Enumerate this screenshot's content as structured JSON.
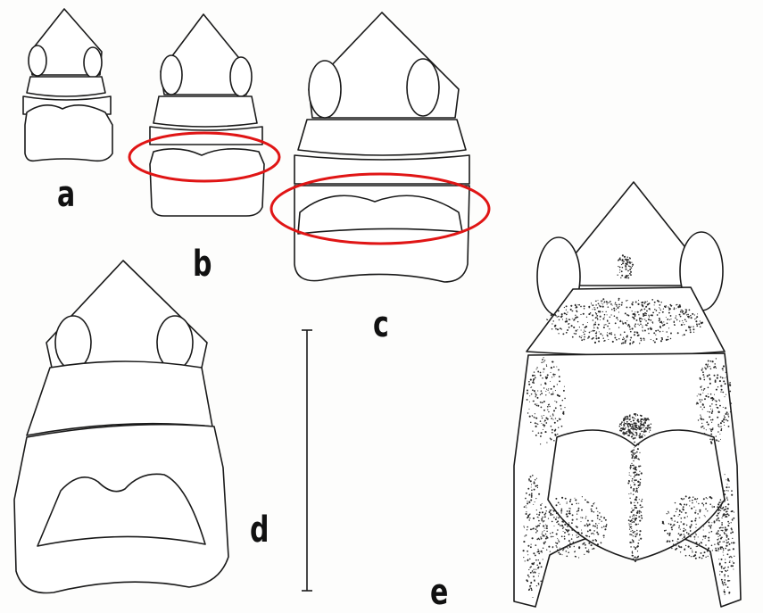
{
  "figures": [
    {
      "id": "a",
      "label": "a"
    },
    {
      "id": "b",
      "label": "b"
    },
    {
      "id": "c",
      "label": "c"
    },
    {
      "id": "d",
      "label": "d"
    },
    {
      "id": "e",
      "label": "e"
    }
  ],
  "highlights": [
    {
      "figure": "b",
      "color": "#e01515"
    },
    {
      "figure": "c",
      "color": "#e01515"
    }
  ]
}
